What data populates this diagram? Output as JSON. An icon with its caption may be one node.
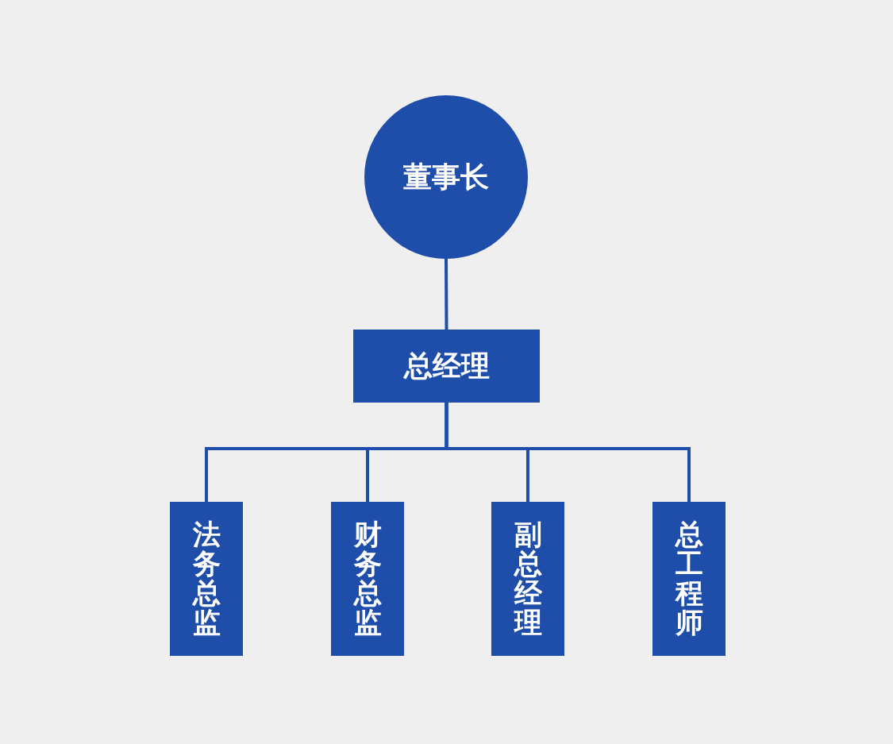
{
  "diagram": {
    "nodes": [
      {
        "text": [
          "董事长"
        ]
      },
      {
        "text": [
          "总经理"
        ]
      },
      {
        "text": [
          "法务总监"
        ]
      },
      {
        "text": [
          "财务总监"
        ]
      },
      {
        "text": [
          "副总经理"
        ]
      },
      {
        "text": [
          "总工程师"
        ]
      }
    ],
    "edges": [
      {
        "from": 0,
        "to": 1,
        "arrow": "none"
      },
      {
        "from": 1,
        "to": 2,
        "arrow": "none"
      },
      {
        "from": 1,
        "to": 3,
        "arrow": "none"
      },
      {
        "from": 1,
        "to": 4,
        "arrow": "none"
      },
      {
        "from": 1,
        "to": 5,
        "arrow": "none"
      }
    ]
  }
}
